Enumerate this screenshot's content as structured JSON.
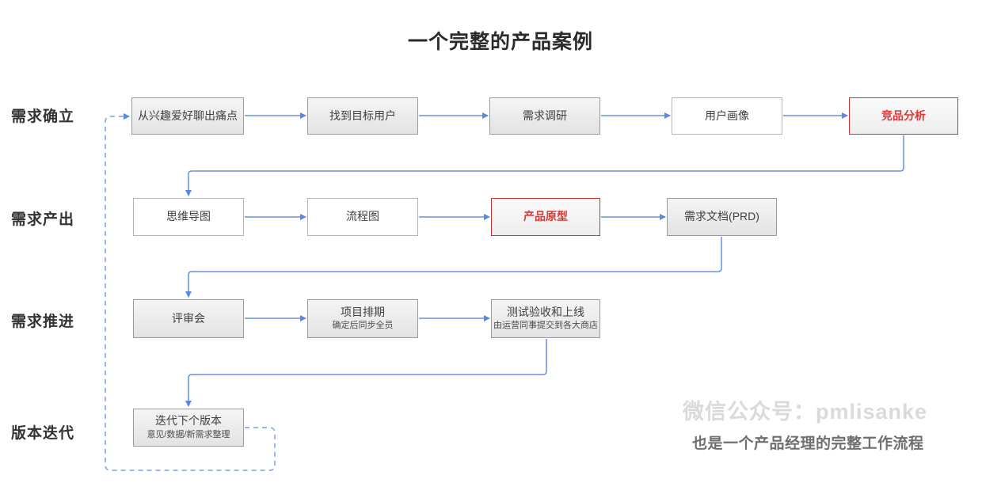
{
  "title": "一个完整的产品案例",
  "rows": [
    {
      "label": "需求确立",
      "boxes": [
        {
          "text": "从兴趣爱好聊出痛点"
        },
        {
          "text": "找到目标用户"
        },
        {
          "text": "需求调研"
        },
        {
          "text": "用户画像"
        },
        {
          "text": "竞品分析"
        }
      ]
    },
    {
      "label": "需求产出",
      "boxes": [
        {
          "text": "思维导图"
        },
        {
          "text": "流程图"
        },
        {
          "text": "产品原型"
        },
        {
          "text": "需求文档(PRD)"
        }
      ]
    },
    {
      "label": "需求推进",
      "boxes": [
        {
          "text": "评审会"
        },
        {
          "text": "项目排期",
          "sub": "确定后同步全员"
        },
        {
          "text": "测试验收和上线",
          "sub": "由运营同事提交到各大商店"
        }
      ]
    },
    {
      "label": "版本迭代",
      "boxes": [
        {
          "text": "迭代下个版本",
          "sub": "意见/数据/新需求整理"
        }
      ]
    }
  ],
  "watermark": {
    "account": "微信公众号：pmlisanke",
    "tagline": "也是一个产品经理的完整工作流程"
  },
  "colors": {
    "connector_blue": "#6691dd",
    "highlight_red": "#d5312e",
    "node_fill_gray": "#ececec",
    "node_border_gray": "#9b9b9b",
    "node_border_light": "#b3b3b3",
    "text_dark": "#333333",
    "red_text": "#e03433",
    "watermark_light": "#dadada",
    "watermark_dark": "#6f6f6f"
  }
}
